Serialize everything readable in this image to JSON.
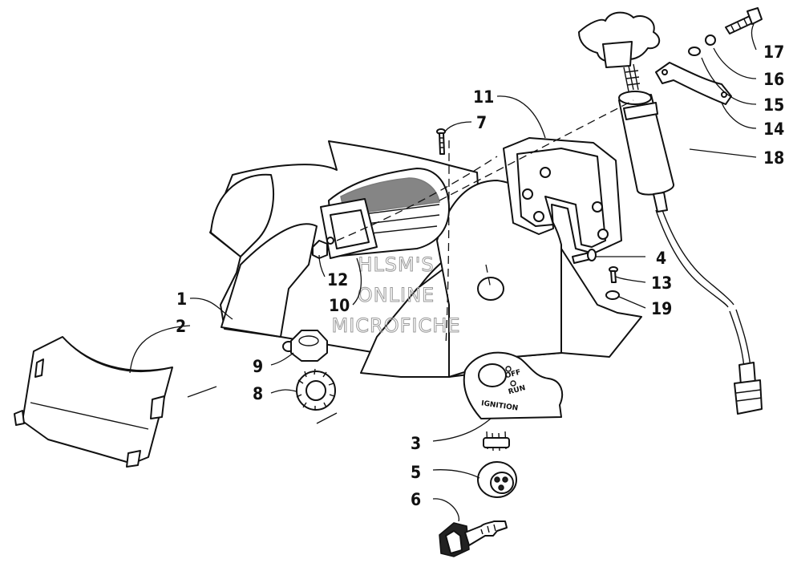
{
  "watermark": [
    "HLSM'S",
    "ONLINE",
    "MICROFICHE"
  ],
  "switch_plate_labels": {
    "off": "OFF",
    "run": "RUN",
    "ignition": "IGNITION"
  },
  "callouts": [
    {
      "id": "c1",
      "text": "1"
    },
    {
      "id": "c2",
      "text": "2"
    },
    {
      "id": "c3",
      "text": "3"
    },
    {
      "id": "c4",
      "text": "4"
    },
    {
      "id": "c5",
      "text": "5"
    },
    {
      "id": "c6",
      "text": "6"
    },
    {
      "id": "c7",
      "text": "7"
    },
    {
      "id": "c8",
      "text": "8"
    },
    {
      "id": "c9",
      "text": "9"
    },
    {
      "id": "c10",
      "text": "10"
    },
    {
      "id": "c11",
      "text": "11"
    },
    {
      "id": "c12",
      "text": "12"
    },
    {
      "id": "c13",
      "text": "13"
    },
    {
      "id": "c14",
      "text": "14"
    },
    {
      "id": "c15",
      "text": "15"
    },
    {
      "id": "c16",
      "text": "16"
    },
    {
      "id": "c17",
      "text": "17"
    },
    {
      "id": "c18",
      "text": "18"
    },
    {
      "id": "c19",
      "text": "19"
    }
  ]
}
